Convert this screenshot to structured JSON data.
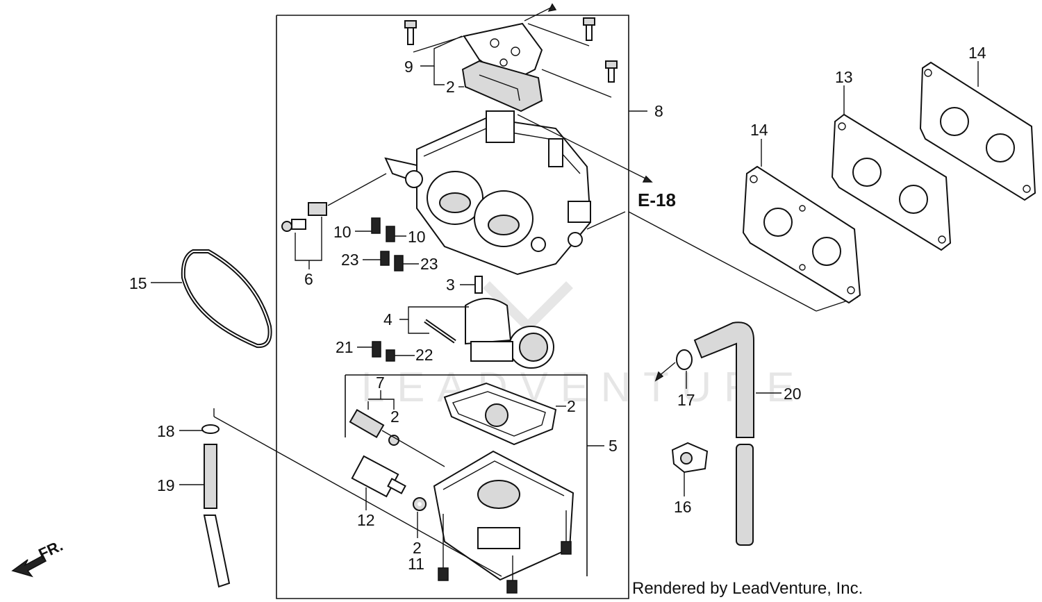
{
  "diagram": {
    "reference_tag": "E-18",
    "watermark": "LEADVENTURE",
    "front_marker": "FR.",
    "credit": "Rendered by LeadVenture, Inc.",
    "callouts": [
      {
        "id": "9",
        "text": "9"
      },
      {
        "id": "2a",
        "text": "2"
      },
      {
        "id": "8",
        "text": "8"
      },
      {
        "id": "14a",
        "text": "14"
      },
      {
        "id": "13",
        "text": "13"
      },
      {
        "id": "14b",
        "text": "14"
      },
      {
        "id": "10a",
        "text": "10"
      },
      {
        "id": "10b",
        "text": "10"
      },
      {
        "id": "23a",
        "text": "23"
      },
      {
        "id": "23b",
        "text": "23"
      },
      {
        "id": "6",
        "text": "6"
      },
      {
        "id": "15",
        "text": "15"
      },
      {
        "id": "3",
        "text": "3"
      },
      {
        "id": "4",
        "text": "4"
      },
      {
        "id": "21",
        "text": "21"
      },
      {
        "id": "22",
        "text": "22"
      },
      {
        "id": "7",
        "text": "7"
      },
      {
        "id": "2b",
        "text": "2"
      },
      {
        "id": "2c",
        "text": "2"
      },
      {
        "id": "5",
        "text": "5"
      },
      {
        "id": "18",
        "text": "18"
      },
      {
        "id": "19",
        "text": "19"
      },
      {
        "id": "12",
        "text": "12"
      },
      {
        "id": "2d",
        "text": "2"
      },
      {
        "id": "11",
        "text": "11"
      },
      {
        "id": "17",
        "text": "17"
      },
      {
        "id": "20",
        "text": "20"
      },
      {
        "id": "16",
        "text": "16"
      }
    ]
  }
}
